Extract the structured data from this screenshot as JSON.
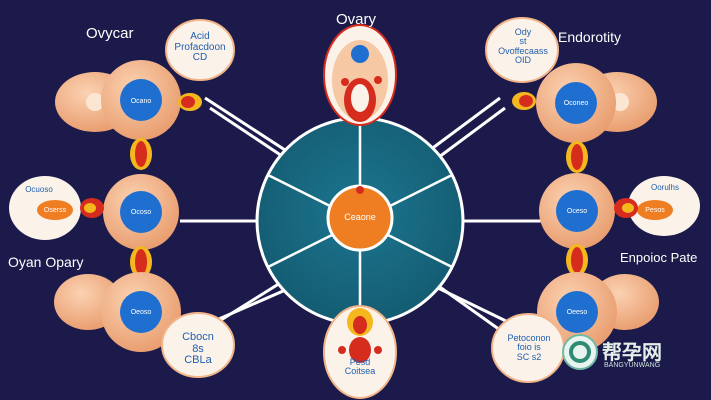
{
  "labels": {
    "top_center": "Ovary",
    "top_left": "Ovycar",
    "top_right": "Endorotity",
    "mid_left": "Oyan Opary",
    "mid_right": "Enpoioc Pate"
  },
  "bubbles": {
    "top_left": "Acid\nProfacdoon\nCD",
    "top_right": "Ody\nst\nOvoffecaass\nOID",
    "mid_left": "Ocuoso",
    "mid_right": "Oorulhs",
    "bottom_left": "Cbocn\n8s\nCBLa",
    "bottom_right": "Petoconon\nfoio is\nSC s2",
    "bottom_center": "Pesd\nCoitsea"
  },
  "nodes": {
    "left_top": "Ocano",
    "left_mid": "Ocoso",
    "left_bottom": "Oeoso",
    "right_top": "Oconeo",
    "right_mid": "Oceso",
    "right_bottom": "Oeeso",
    "center": "Ceaone",
    "left_mid_side": "Oserss",
    "right_mid_side": "Pesos"
  },
  "watermark": {
    "chinese": "帮孕网",
    "latin": "BANGYUNWANG"
  },
  "colors": {
    "background": "#1b1a4a",
    "hub": "#17677e",
    "peach": "#efa77a",
    "blue_node": "#1f6fd0",
    "orange_node": "#ef7d22",
    "red_tissue": "#d62c1e",
    "yellow_tissue": "#f4b81e",
    "bubble": "#fbf3ea"
  }
}
